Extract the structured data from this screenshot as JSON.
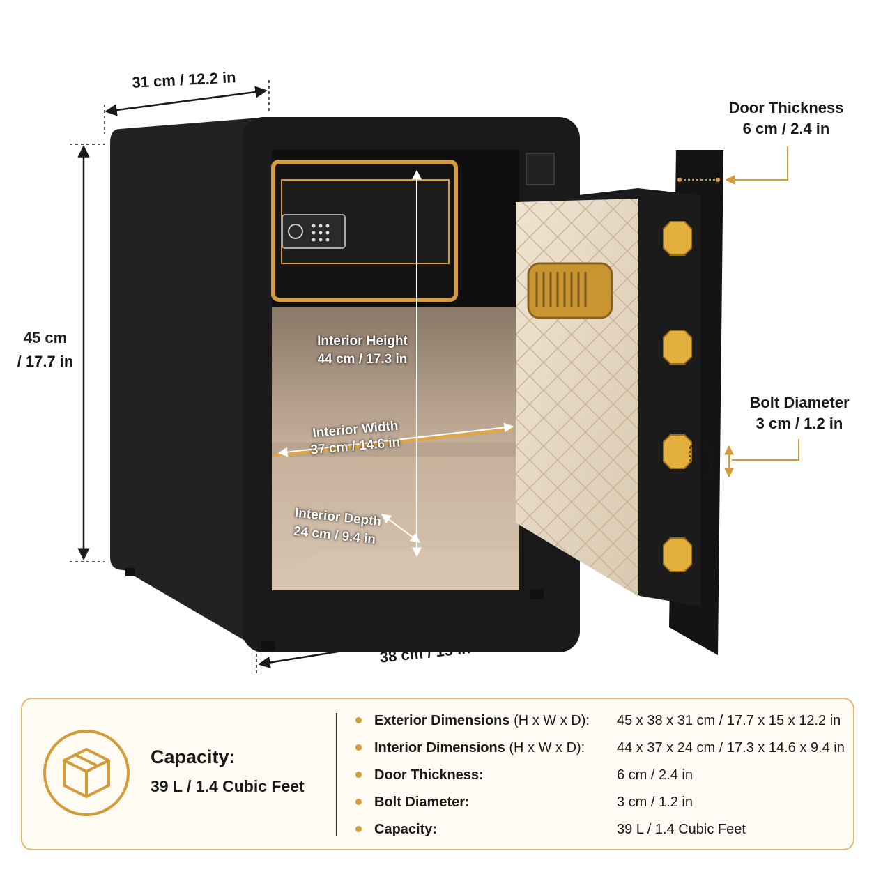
{
  "dimensions": {
    "depth_top": "31 cm / 12.2 in",
    "height_left_line1": "45 cm",
    "height_left_line2": "/ 17.7 in",
    "width_bottom": "38 cm / 15 in",
    "door_thickness_title": "Door Thickness",
    "door_thickness_value": "6 cm / 2.4 in",
    "bolt_diameter_title": "Bolt Diameter",
    "bolt_diameter_value": "3 cm / 1.2 in",
    "interior_height_title": "Interior Height",
    "interior_height_value": "44 cm / 17.3 in",
    "interior_width_title": "Interior Width",
    "interior_width_value": "37 cm / 14.6 in",
    "interior_depth_title": "Interior Depth",
    "interior_depth_value": "24 cm / 9.4 in"
  },
  "colors": {
    "gold": "#d49b3a",
    "safe_body": "#1c1c1c",
    "interior": "#c9b49f",
    "box_border": "#e0b873"
  },
  "specs": {
    "capacity_title": "Capacity:",
    "capacity_value": "39 L / 1.4 Cubic Feet",
    "icon": "box-icon",
    "rows": [
      {
        "label": "Exterior Dimensions",
        "suffix": " (H x W x D):",
        "value": "45 x 38 x 31 cm / 17.7 x 15 x 12.2 in"
      },
      {
        "label": "Interior Dimensions",
        "suffix": " (H x W x D):",
        "value": "44 x 37 x 24 cm / 17.3 x 14.6 x 9.4 in"
      },
      {
        "label": "Door Thickness:",
        "suffix": "",
        "value": "6 cm / 2.4 in"
      },
      {
        "label": "Bolt Diameter:",
        "suffix": "",
        "value": "3 cm / 1.2 in"
      },
      {
        "label": "Capacity:",
        "suffix": "",
        "value": "39 L / 1.4 Cubic Feet"
      }
    ]
  }
}
